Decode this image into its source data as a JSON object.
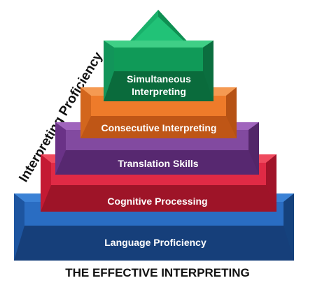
{
  "side_label": "Interpreting Proficiency",
  "caption": "THE EFFECTIVE INTERPRETING",
  "tiers": [
    {
      "label": "Language Proficiency",
      "color": "#1f5fae"
    },
    {
      "label": "Cognitive Processing",
      "color": "#d81f3a"
    },
    {
      "label": "Translation Skills",
      "color": "#7a3c97"
    },
    {
      "label": "Consecutive Interpreting",
      "color": "#ee7627"
    },
    {
      "label_line1": "Simultaneous",
      "label_line2": "Interpreting",
      "color": "#109a58"
    }
  ]
}
